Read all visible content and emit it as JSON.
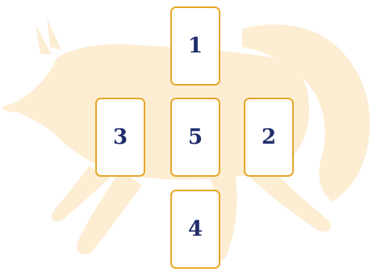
{
  "colors": {
    "card_border": "#e6a829",
    "number_text": "#1f2d6b",
    "fox_silhouette": "#fdedd3",
    "background": "#ffffff"
  },
  "background_icon": "fox-silhouette-icon",
  "cards": [
    {
      "id": "card-1",
      "number": "1"
    },
    {
      "id": "card-5",
      "number": "5"
    },
    {
      "id": "card-3",
      "number": "3"
    },
    {
      "id": "card-2",
      "number": "2"
    },
    {
      "id": "card-4",
      "number": "4"
    }
  ]
}
